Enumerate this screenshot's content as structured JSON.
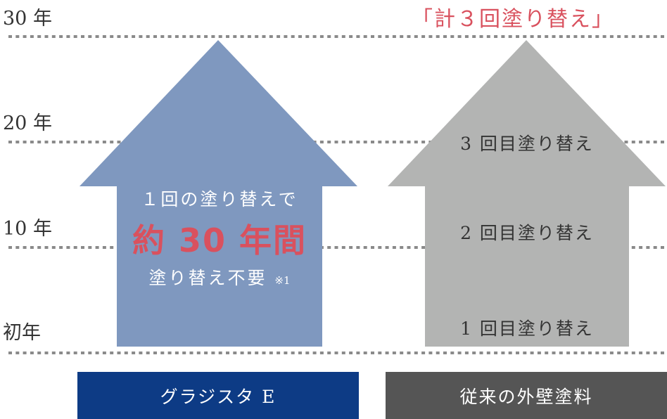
{
  "axis": {
    "y30": "30 年",
    "y20": "20 年",
    "y10": "10 年",
    "y0": "初年"
  },
  "headline": "「計３回塗り替え」",
  "left": {
    "line1": "１回の塗り替えで",
    "line2": "約 30 年間",
    "line3": "塗り替え不要",
    "note": "※1",
    "label": "グラジスタ E"
  },
  "right": {
    "r3": "3 回目塗り替え",
    "r2": "2 回目塗り替え",
    "r1": "1 回目塗り替え",
    "label": "従来の外壁塗料"
  },
  "colors": {
    "blue_arrow": "#7f98bf",
    "gray_arrow": "#b3b4b3",
    "navy": "#0d3b85",
    "dark_gray": "#555555",
    "accent": "#d9515e"
  }
}
